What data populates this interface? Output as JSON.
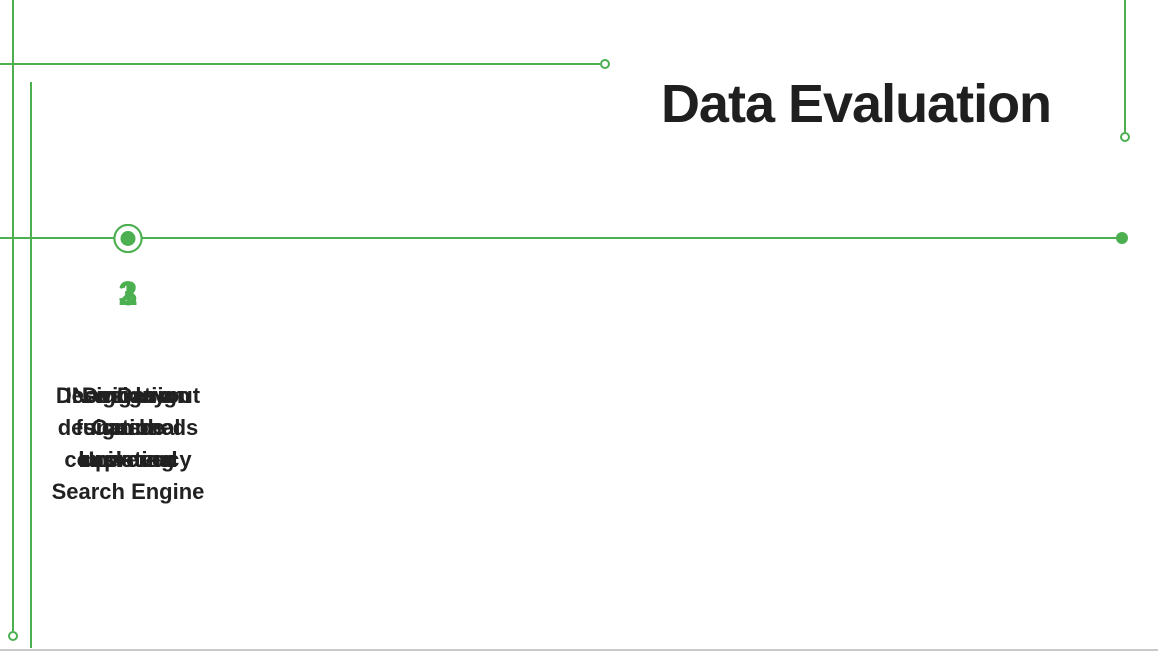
{
  "slide": {
    "title": "Data Evaluation"
  },
  "timeline": {
    "items": [
      {
        "number": "1",
        "description": "Icon Design\nCan be\nimproved"
      },
      {
        "number": "2",
        "description": "Navigation\ndesign needs\nupdating"
      },
      {
        "number": "3",
        "description": "Design layout\nneed\nconsistency"
      },
      {
        "number": "3",
        "description": "Design a\nfunctional\nUniversal\nSearch Engine"
      }
    ]
  },
  "colors": {
    "accent_green": "#4caf50",
    "text_dark": "#212121",
    "divider_gray": "#c9c9cc"
  }
}
